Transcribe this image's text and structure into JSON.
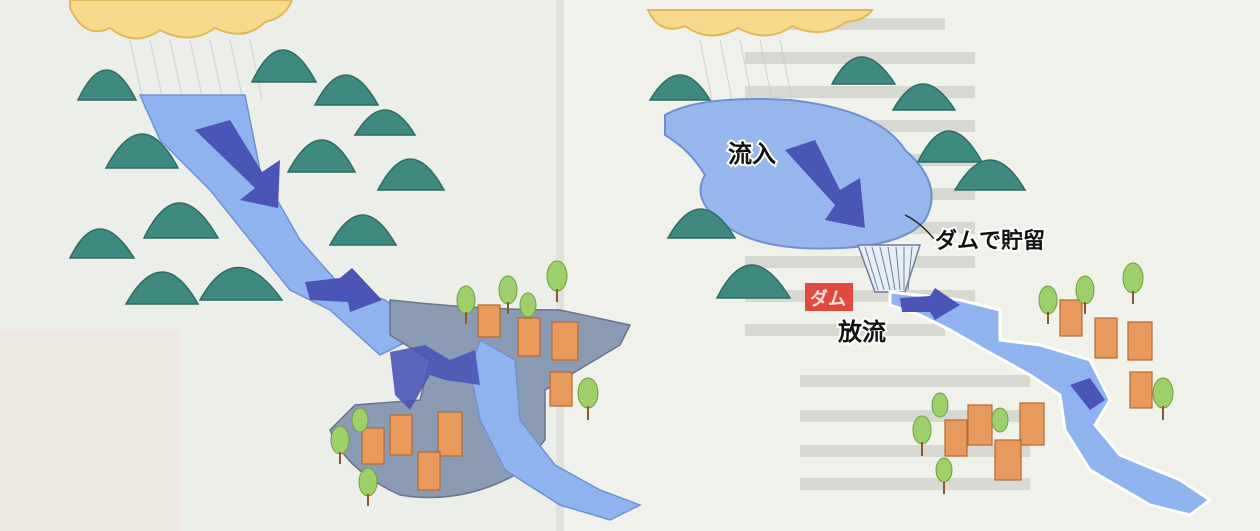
{
  "right_panel": {
    "inflow_label": "流入",
    "storage_label": "ダムで貯留",
    "dam_tag": "ダム",
    "release_label": "放流"
  },
  "colors": {
    "cloud": "#f6d98a",
    "mountain": "#3f8a80",
    "river": "#8fb3ef",
    "arrow": "#4b55b6",
    "flood_area": "#8b9bb3",
    "reservoir": "#98b6ee",
    "dam_tag": "#e04a3c",
    "house": "#e79a5c",
    "tree": "#9dcf6a"
  }
}
